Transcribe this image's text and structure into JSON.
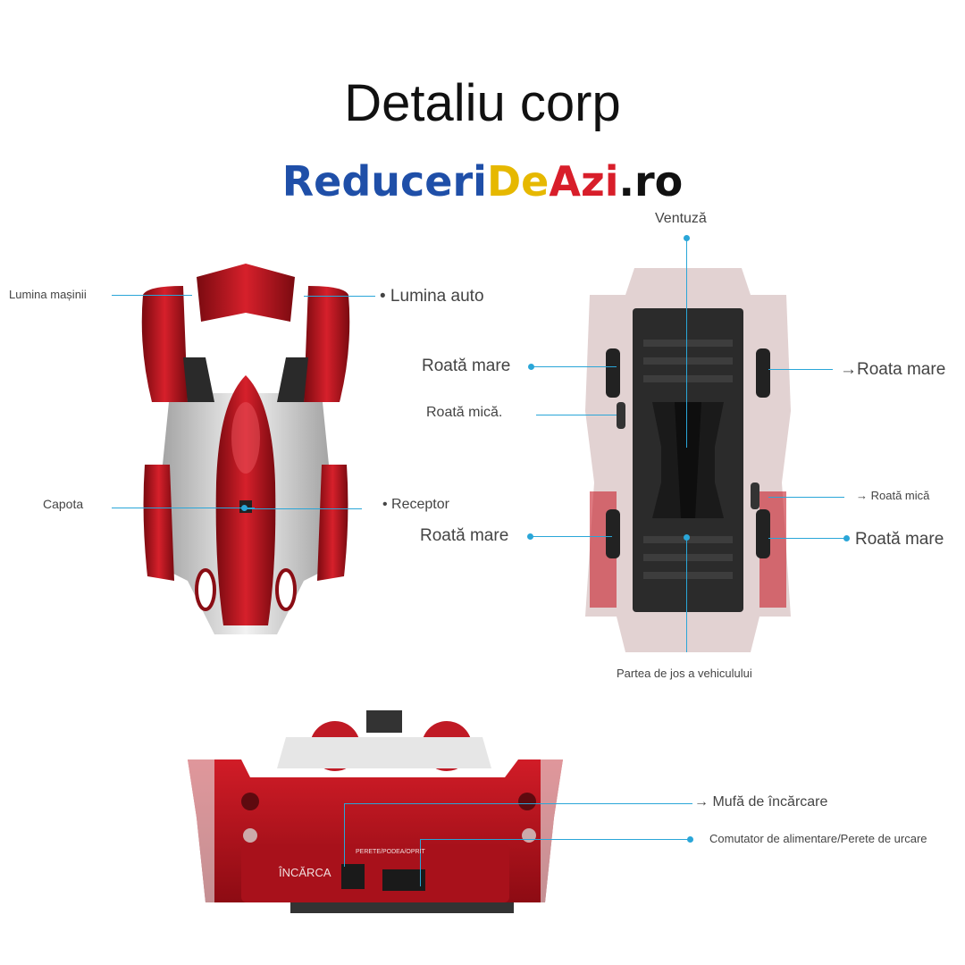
{
  "title": "Detaliu corp",
  "brand": {
    "part1": "Reduceri",
    "part2": "De",
    "part3": "Azi",
    "part4": ".ro",
    "colors": {
      "blue": "#1f4fa8",
      "yellow": "#e6b800",
      "red": "#d81e2a",
      "black": "#111111"
    }
  },
  "accent_color": "#2aa6d8",
  "car_color": "#b3121c",
  "labels": {
    "lumina_masinii": "Lumina mașinii",
    "lumina_auto": "• Lumina auto",
    "capota": "Capota",
    "receptor": "• Receptor",
    "ventuza": "Ventuză",
    "roata_mare_tl": "Roată mare",
    "roata_mare_tr": "→Roata mare",
    "roata_mica_l": "Roată mică.",
    "roata_mica_r": "→ Roată mică",
    "roata_mare_bl": "Roată mare",
    "roata_mare_br": "Roată mare",
    "partea_jos": "Partea de jos a vehiculului",
    "mufa": "→ Mufă de încărcare",
    "comutator": "Comutator de alimentare/Perete de urcare",
    "incarca": "ÎNCĂRCA",
    "switch_text": "PERETE/PODEA/OPRIT"
  }
}
